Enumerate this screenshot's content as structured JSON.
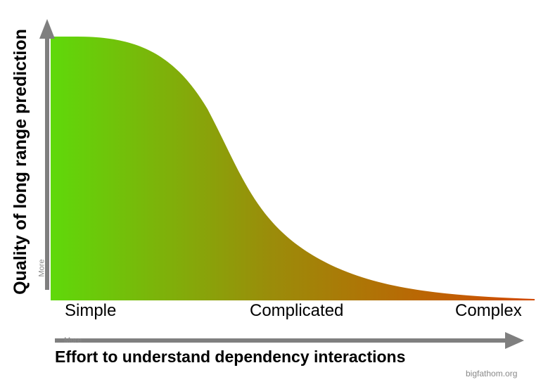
{
  "y_axis": {
    "label": "Quality of long range prediction",
    "more_label": "More"
  },
  "x_axis": {
    "label": "Effort to understand dependency interactions",
    "more_label": "More"
  },
  "categories": [
    "Simple",
    "Complicated",
    "Complex"
  ],
  "curve": {
    "shape": "decreasing-sigmoid",
    "gradient_start": "#5fd90a",
    "gradient_end": "#d24a00"
  },
  "arrow_color": "#7f7f7f",
  "credit": "bigfathom.org"
}
